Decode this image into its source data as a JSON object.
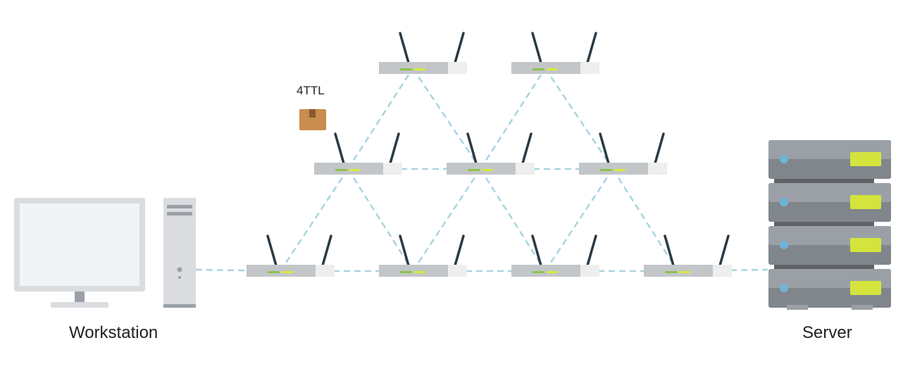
{
  "labels": {
    "workstation": "Workstation",
    "server": "Server",
    "packet": "4TTL"
  },
  "colors": {
    "link": "#a9d4e0",
    "router_body": "#c3c6c8",
    "router_side": "#eeeeee",
    "antenna": "#2b3a42",
    "led_green": "#8bc34a",
    "led_yellow": "#d7e93b",
    "server_top": "#9aa0a6",
    "server_bottom": "#80868b",
    "server_light": "#6fb3d9",
    "server_panel": "#d4e43c",
    "package": "#c88d4f",
    "package_tape": "#8a5a2e",
    "monitor": "#dadce0"
  },
  "routers": [
    {
      "id": "b0",
      "row": "bottom",
      "col": 0
    },
    {
      "id": "b1",
      "row": "bottom",
      "col": 1
    },
    {
      "id": "b2",
      "row": "bottom",
      "col": 2
    },
    {
      "id": "b3",
      "row": "bottom",
      "col": 3
    },
    {
      "id": "m0",
      "row": "middle",
      "col": 0
    },
    {
      "id": "m1",
      "row": "middle",
      "col": 1
    },
    {
      "id": "m2",
      "row": "middle",
      "col": 2
    },
    {
      "id": "t0",
      "row": "top",
      "col": 0
    },
    {
      "id": "t1",
      "row": "top",
      "col": 1
    }
  ],
  "links": [
    [
      "ws",
      "b0"
    ],
    [
      "b0",
      "b1"
    ],
    [
      "b1",
      "b2"
    ],
    [
      "b2",
      "b3"
    ],
    [
      "b3",
      "srv"
    ],
    [
      "m0",
      "m1"
    ],
    [
      "m1",
      "m2"
    ],
    [
      "b0",
      "m0"
    ],
    [
      "m0",
      "b1"
    ],
    [
      "b1",
      "m1"
    ],
    [
      "m1",
      "b2"
    ],
    [
      "b2",
      "m2"
    ],
    [
      "m2",
      "b3"
    ],
    [
      "m0",
      "t0"
    ],
    [
      "t0",
      "m1"
    ],
    [
      "m1",
      "t1"
    ],
    [
      "t1",
      "m2"
    ]
  ]
}
